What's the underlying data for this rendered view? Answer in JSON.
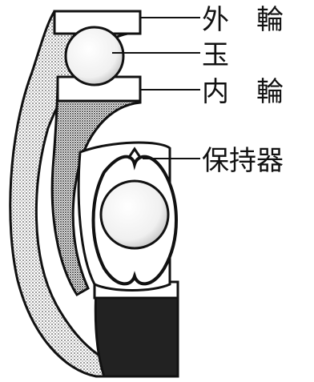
{
  "labels": {
    "outer_ring": "外　輪",
    "ball": "玉",
    "inner_ring": "内　輪",
    "cage": "保持器"
  },
  "colors": {
    "ink": "#111111",
    "paper": "#ffffff",
    "stipple": "#8a8a8a",
    "dark_band": "#222222"
  }
}
